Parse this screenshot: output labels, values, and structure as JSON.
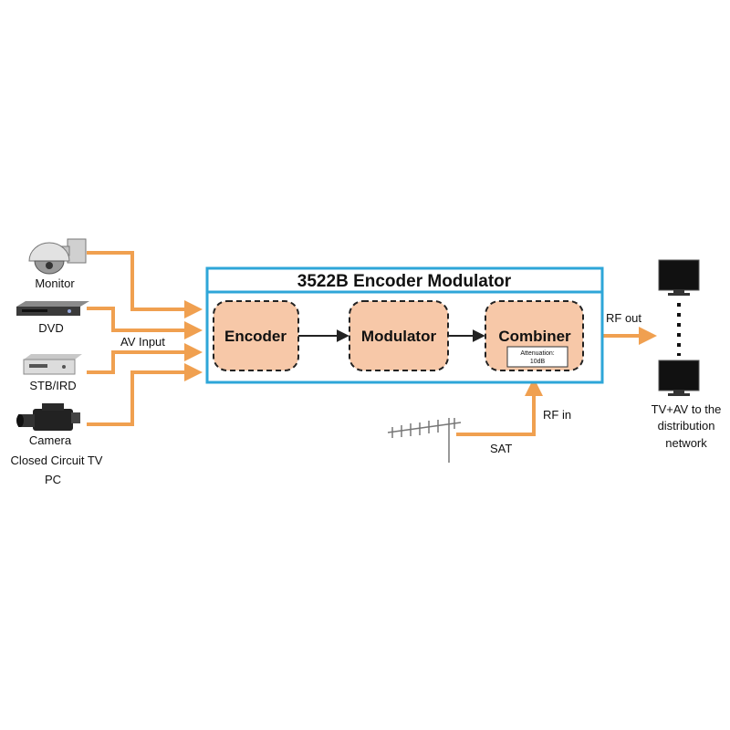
{
  "colors": {
    "signal_arrow": "#f0a050",
    "frame": "#2ea6d8",
    "block_fill": "#f7c8a8",
    "block_border": "#222222"
  },
  "frame": {
    "title": "3522B Encoder Modulator"
  },
  "blocks": {
    "encoder": "Encoder",
    "modulator": "Modulator",
    "combiner": "Combiner",
    "attenuation_line1": "Attenuation:",
    "attenuation_line2": "10dB"
  },
  "inputs": {
    "monitor": "Monitor",
    "dvd": "DVD",
    "stb": "STB/IRD",
    "camera": "Camera",
    "cctv": "Closed Circuit TV",
    "pc": "PC",
    "av_input": "AV Input"
  },
  "rf": {
    "rf_out": "RF out",
    "rf_in": "RF in",
    "sat": "SAT"
  },
  "output": {
    "line1": "TV+AV to the",
    "line2": "distribution",
    "line3": "network"
  },
  "icons": [
    "dome-camera-icon",
    "dvd-player-icon",
    "set-top-box-icon",
    "camcorder-icon",
    "antenna-icon",
    "tv-screen-icon"
  ]
}
